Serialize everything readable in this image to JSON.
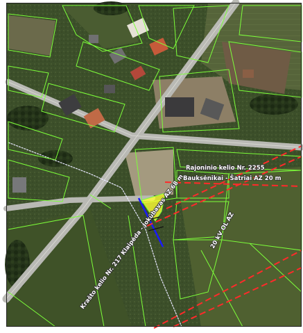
{
  "labels": {
    "district_road_line1": "Rajoninio kelio Nr. 2255",
    "district_road_line2": "Bauksėnikai - Šatriai AZ 20 m",
    "regional_road": "Krašto kelio Nr. 217 Klaipėda - Jokūbavas AZ 68 m",
    "power_line": "20 kV OL AZ"
  },
  "colors": {
    "parcel_boundary": "#7dff3a",
    "protection_zone": "#ff2a2a",
    "power_line": "#1a1aff",
    "highlight_area": "#ffff33",
    "road_surface": "#b9b9b4"
  }
}
